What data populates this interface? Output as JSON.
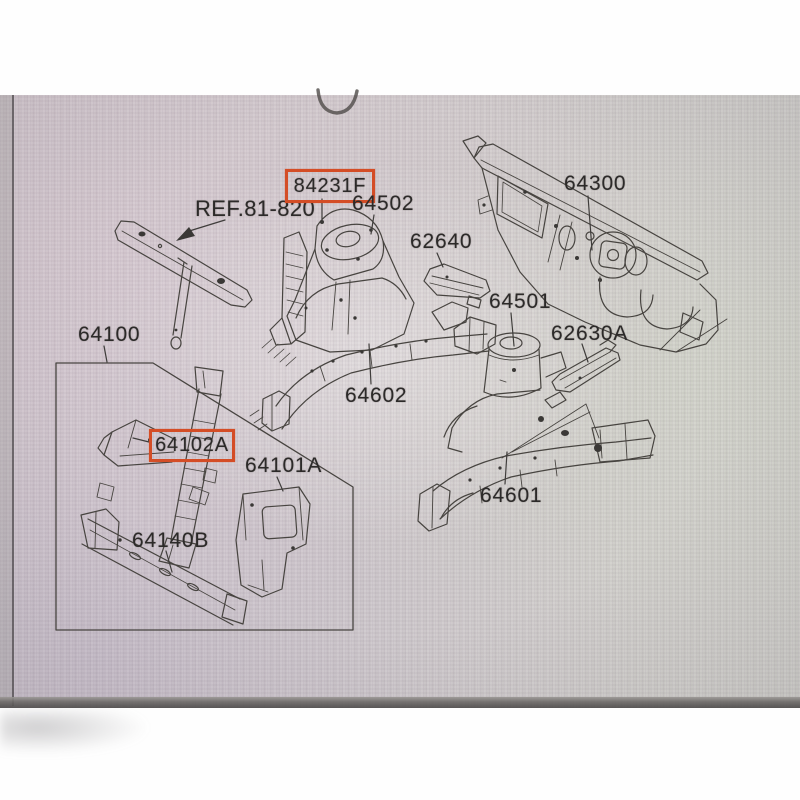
{
  "diagram": {
    "type": "exploded-parts-diagram",
    "highlight_color": "#d44d26",
    "line_color": "#474440",
    "labels": {
      "ref": "REF.81-820",
      "p84231f": "84231F",
      "p64502": "64502",
      "p62640": "62640",
      "p64300": "64300",
      "p64501": "64501",
      "p62630a": "62630A",
      "p64602": "64602",
      "p64601": "64601",
      "p64100": "64100",
      "p64102a": "64102A",
      "p64101a": "64101A",
      "p64140b": "64140B"
    },
    "highlighted_parts": [
      "84231F",
      "64102A"
    ]
  }
}
